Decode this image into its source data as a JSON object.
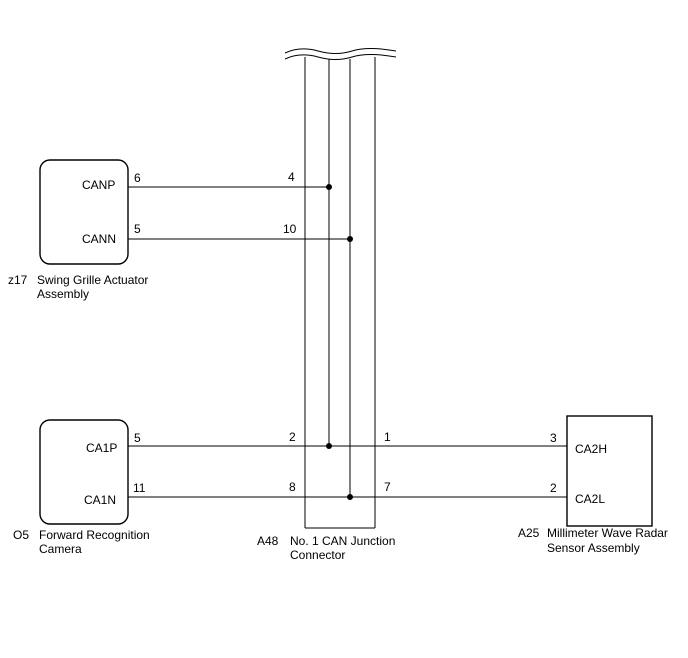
{
  "swing_grille": {
    "code": "z17",
    "name_line1": "Swing Grille Actuator",
    "name_line2": "Assembly",
    "pins": [
      {
        "label": "CANP",
        "pin": "6"
      },
      {
        "label": "CANN",
        "pin": "5"
      }
    ]
  },
  "camera": {
    "code": "O5",
    "name_line1": "Forward Recognition",
    "name_line2": "Camera",
    "pins": [
      {
        "label": "CA1P",
        "pin": "5"
      },
      {
        "label": "CA1N",
        "pin": "11"
      }
    ]
  },
  "junction": {
    "code": "A48",
    "name_line1": "No. 1 CAN Junction",
    "name_line2": "Connector",
    "left_pins": [
      "4",
      "10",
      "2",
      "8"
    ],
    "right_pins": [
      "1",
      "7"
    ]
  },
  "radar": {
    "code": "A25",
    "name_line1": "Millimeter Wave Radar",
    "name_line2": "Sensor Assembly",
    "pins": [
      {
        "label": "CA2H",
        "pin": "3"
      },
      {
        "label": "CA2L",
        "pin": "2"
      }
    ]
  }
}
